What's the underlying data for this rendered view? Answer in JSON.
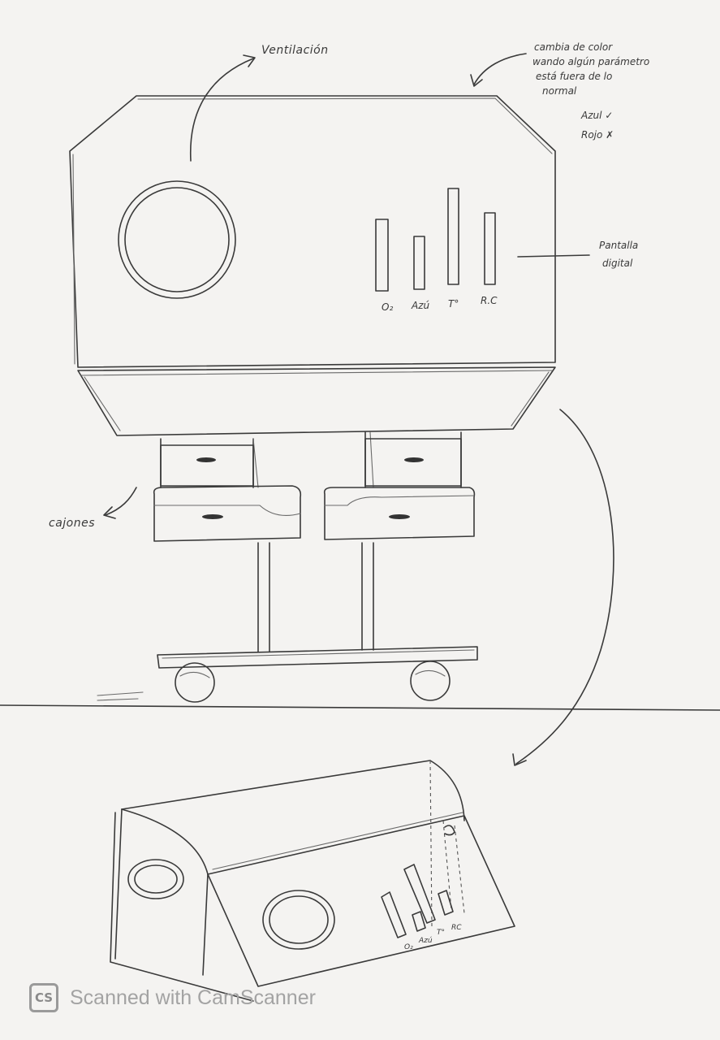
{
  "labels": {
    "ventilacion": "Ventilación",
    "color_note": [
      "cambia de color",
      "wando algún parámetro",
      "está fuera de lo",
      "normal"
    ],
    "azul": "Azul ✓",
    "rojo": "Rojo ✗",
    "pantalla": [
      "Pantalla",
      "digital"
    ],
    "cajones": "cajones"
  },
  "bars": {
    "top": [
      "O₂",
      "Azú",
      "T°",
      "R.C"
    ],
    "bottom": [
      "O₂",
      "Azú",
      "T°",
      "RC"
    ]
  },
  "watermark": {
    "logo": "CS",
    "text": "Scanned with CamScanner"
  }
}
